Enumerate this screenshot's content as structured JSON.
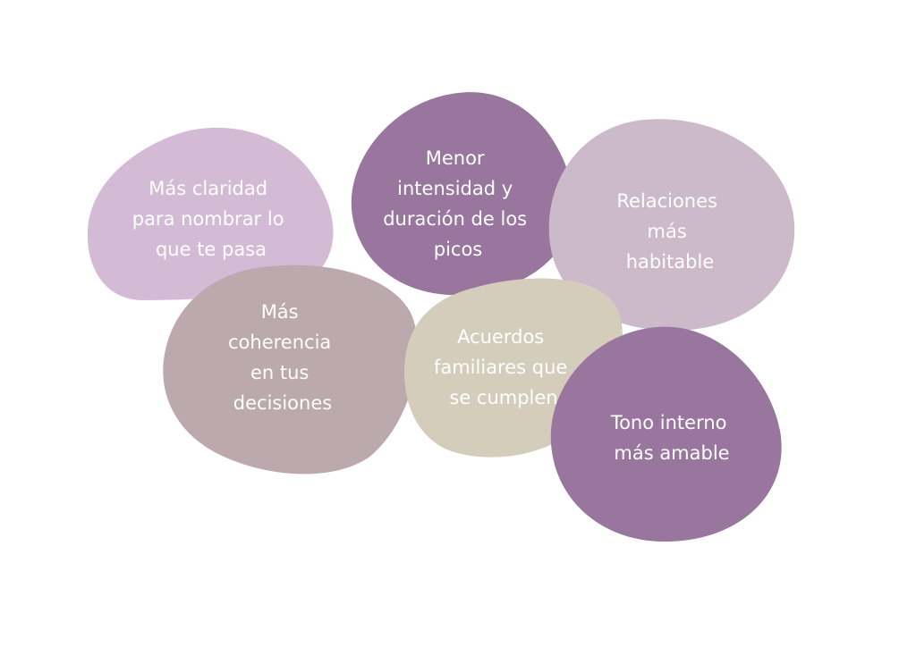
{
  "blobs": [
    {
      "id": "claridad",
      "color": "#D4BBD5",
      "lines": [
        "Más claridad",
        "para nombrar lo",
        "que te pasa"
      ]
    },
    {
      "id": "intensidad",
      "color": "#98769E",
      "lines": [
        "Menor",
        "intensidad y",
        "duración de los",
        "picos"
      ]
    },
    {
      "id": "relaciones",
      "color": "#CCB9CA",
      "lines": [
        "Relaciones",
        "más",
        "habitable"
      ]
    },
    {
      "id": "coherencia",
      "color": "#BBA9AD",
      "lines": [
        "Más",
        "coherencia",
        "en tus",
        "decisiones"
      ]
    },
    {
      "id": "acuerdos",
      "color": "#D4CDBB",
      "lines": [
        "Acuerdos",
        "familiares que",
        "se cumplen"
      ]
    },
    {
      "id": "tono",
      "color": "#98769E",
      "lines": [
        "Tono interno",
        "más amable"
      ]
    }
  ]
}
